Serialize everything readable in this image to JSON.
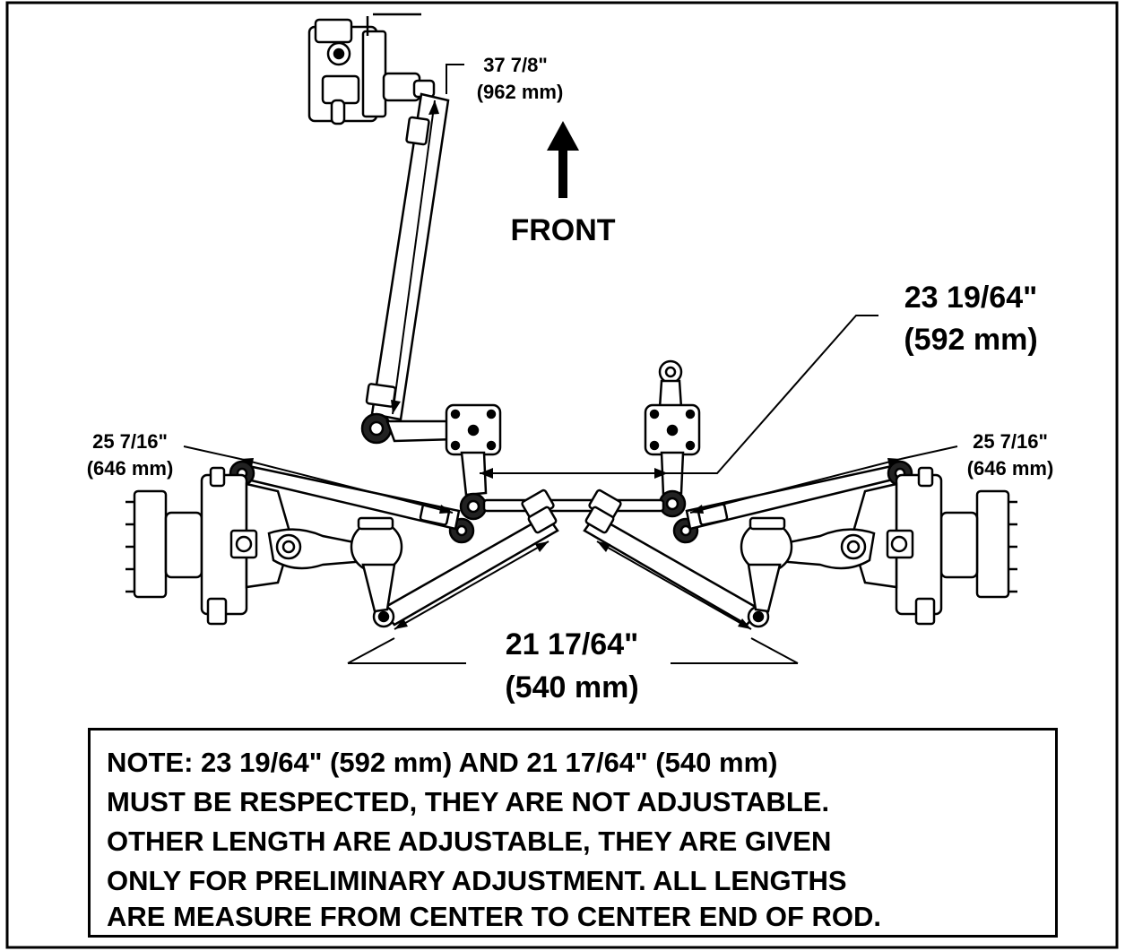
{
  "dimensions": {
    "steering_rod": {
      "imperial": "37 7/8\"",
      "metric": "(962 mm)"
    },
    "center_rod": {
      "imperial": "23 19/64\"",
      "metric": "(592 mm)"
    },
    "left_rod": {
      "imperial": "25 7/16\"",
      "metric": "(646 mm)"
    },
    "right_rod": {
      "imperial": "25 7/16\"",
      "metric": "(646 mm)"
    },
    "tie_rods": {
      "imperial": "21 17/64\"",
      "metric": "(540 mm)"
    }
  },
  "direction_label": "FRONT",
  "note": {
    "lines": [
      "NOTE:  23 19/64\" (592 mm) AND 21 17/64\" (540 mm)",
      "MUST BE  RESPECTED, THEY ARE NOT ADJUSTABLE.",
      "OTHER LENGTH ARE ADJUSTABLE, THEY ARE GIVEN",
      "ONLY FOR  PRELIMINARY ADJUSTMENT. ALL LENGTHS",
      "ARE MEASURE FROM CENTER TO CENTER END OF ROD."
    ]
  }
}
